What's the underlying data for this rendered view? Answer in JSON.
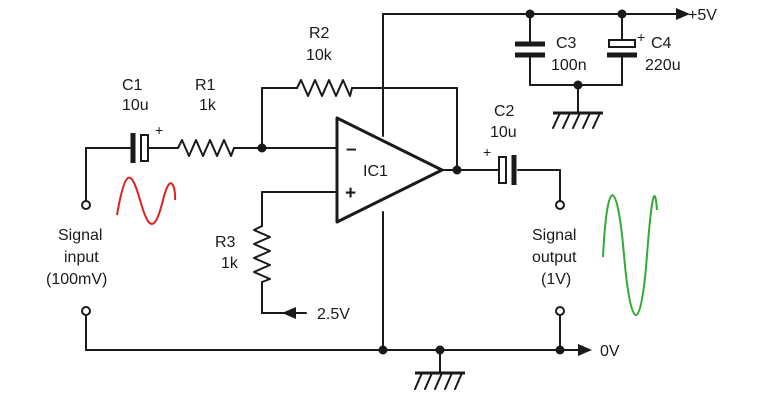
{
  "components": {
    "c1": {
      "name": "C1",
      "value": "10u"
    },
    "r1": {
      "name": "R1",
      "value": "1k"
    },
    "r2": {
      "name": "R2",
      "value": "10k"
    },
    "c2": {
      "name": "C2",
      "value": "10u"
    },
    "c3": {
      "name": "C3",
      "value": "100n"
    },
    "c4": {
      "name": "C4",
      "value": "220u"
    },
    "r3": {
      "name": "R3",
      "value": "1k"
    },
    "ic1": {
      "name": "IC1",
      "minus": "–",
      "plus": "+"
    }
  },
  "polarity": "+",
  "rails": {
    "supply": "+5V",
    "ground": "0V",
    "bias": "2.5V"
  },
  "input": {
    "line1": "Signal",
    "line2": "input",
    "line3": "(100mV)",
    "waveform_color": "#e0201c"
  },
  "output": {
    "line1": "Signal",
    "line2": "output",
    "line3": "(1V)",
    "waveform_color": "#33aa33"
  }
}
